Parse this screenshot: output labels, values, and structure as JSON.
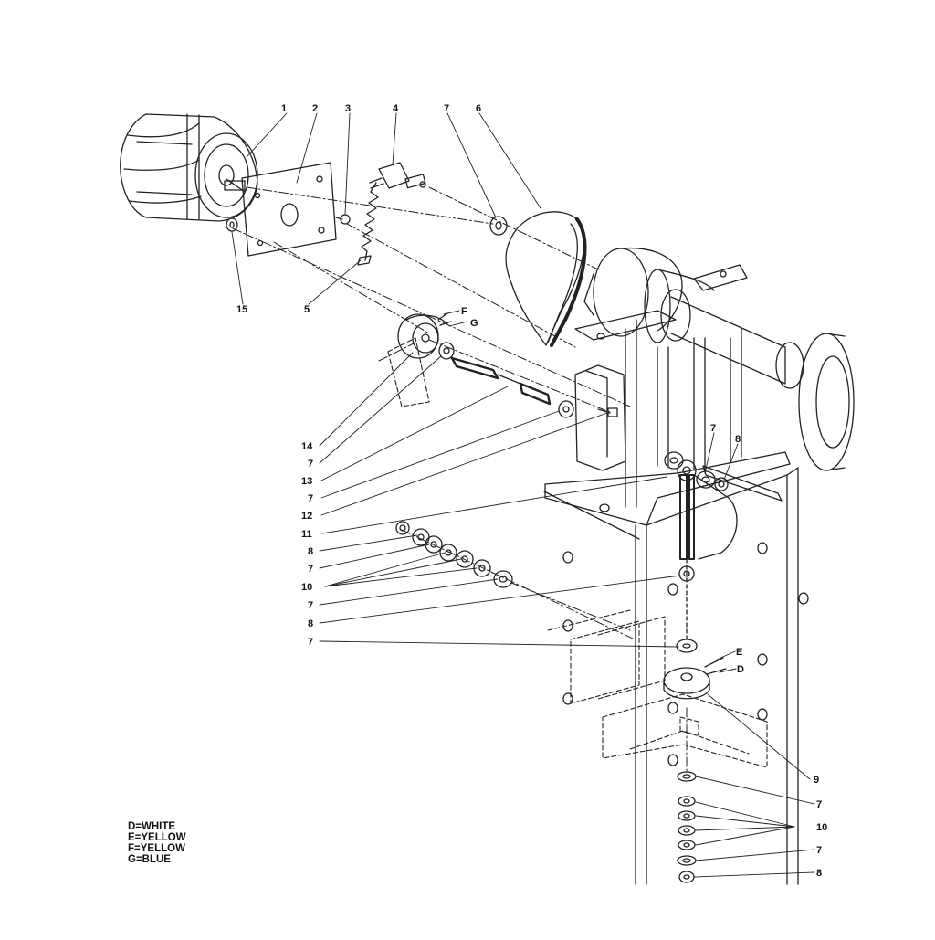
{
  "callouts": [
    {
      "key": "c1",
      "text": "1"
    },
    {
      "key": "c2",
      "text": "2"
    },
    {
      "key": "c3",
      "text": "3"
    },
    {
      "key": "c4",
      "text": "4"
    },
    {
      "key": "c7a",
      "text": "7"
    },
    {
      "key": "c6",
      "text": "6"
    },
    {
      "key": "c15",
      "text": "15"
    },
    {
      "key": "c5",
      "text": "5"
    },
    {
      "key": "cF",
      "text": "F"
    },
    {
      "key": "cG",
      "text": "G"
    },
    {
      "key": "c14",
      "text": "14"
    },
    {
      "key": "c7b",
      "text": "7"
    },
    {
      "key": "c13",
      "text": "13"
    },
    {
      "key": "c7c",
      "text": "7"
    },
    {
      "key": "c12",
      "text": "12"
    },
    {
      "key": "c11",
      "text": "11"
    },
    {
      "key": "c8a",
      "text": "8"
    },
    {
      "key": "c7d",
      "text": "7"
    },
    {
      "key": "c10a",
      "text": "10"
    },
    {
      "key": "c7e",
      "text": "7"
    },
    {
      "key": "c8b",
      "text": "8"
    },
    {
      "key": "c7f",
      "text": "7"
    },
    {
      "key": "cE",
      "text": "E"
    },
    {
      "key": "cD",
      "text": "D"
    },
    {
      "key": "c7g",
      "text": "7"
    },
    {
      "key": "c8c",
      "text": "8"
    },
    {
      "key": "c9",
      "text": "9"
    },
    {
      "key": "c7h",
      "text": "7"
    },
    {
      "key": "c10b",
      "text": "10"
    },
    {
      "key": "c7i",
      "text": "7"
    },
    {
      "key": "c8d",
      "text": "8"
    }
  ],
  "legend": [
    "D=WHITE",
    "E=YELLOW",
    "F=YELLOW",
    "G=BLUE"
  ]
}
